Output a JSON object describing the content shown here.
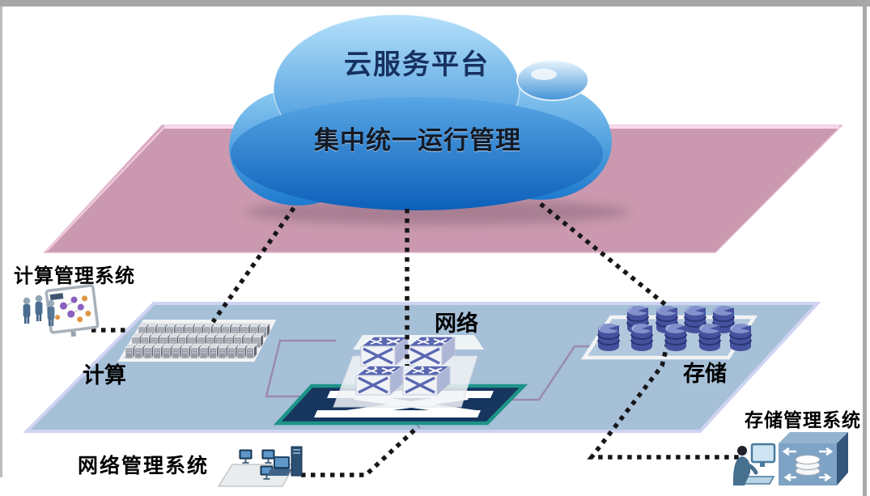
{
  "diagram": {
    "cloud": {
      "title": "云服务平台",
      "subtitle": "集中统一运行管理"
    },
    "nodes": [
      {
        "id": "compute",
        "label": "计算"
      },
      {
        "id": "network",
        "label": "网络"
      },
      {
        "id": "storage",
        "label": "存储"
      }
    ],
    "management_systems": [
      {
        "id": "compute-mgmt",
        "label": "计算管理系统"
      },
      {
        "id": "network-mgmt",
        "label": "网络管理系统"
      },
      {
        "id": "storage-mgmt",
        "label": "存储管理系统"
      }
    ],
    "icons": [
      "people-screen-icon",
      "server-rack-icon",
      "switch-stack-icon",
      "database-cylinders-icon",
      "workstations-icon",
      "operator-storage-icon",
      "cloud-icon"
    ],
    "colors": {
      "cloud_blue": "#1d7acd",
      "cloud_light": "#b5e0fa",
      "pink_plane": "#cb99af",
      "blue_plane": "#a6c0d8",
      "plane_border": "#cfd4f2",
      "teal_border": "#1d9488",
      "navy_fill": "#16355f",
      "switch_blue": "#5a67b1",
      "cylinder_blue": "#46529e",
      "cylinder_top": "#8290cc",
      "server_gray": "#969ca6",
      "connector_purple": "#9a8ab0",
      "dotted_line": "#161616",
      "frame_gray": "#a7a7a7"
    },
    "decorations": {
      "server_cube_rows": 3,
      "server_cubes_per_row": 14,
      "storage_stacks_top_row": 4,
      "storage_stacks_bottom_row": 5,
      "switch_boxes": 4,
      "people_count": 3,
      "workstation_monitors": 3
    }
  }
}
